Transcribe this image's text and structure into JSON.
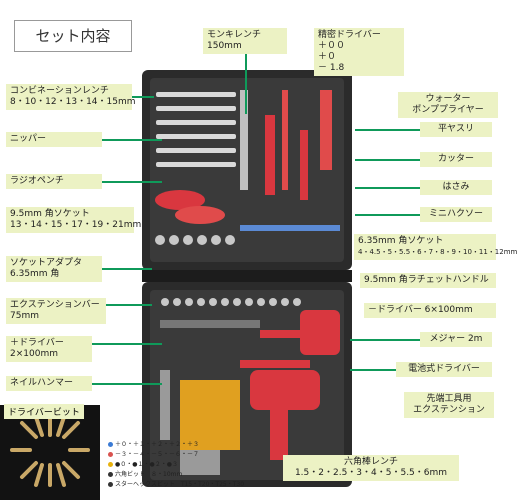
{
  "title": "セット内容",
  "labels": {
    "monkey_wrench": [
      "モンキレンチ",
      "150mm"
    ],
    "precision_driver": [
      "精密ドライバー",
      "＋００",
      "＋０",
      "－ 1.8"
    ],
    "combination_wrench": [
      "コンビネーションレンチ",
      "8・10・12・13・14・15mm"
    ],
    "water_pump_pliers": [
      "ウォーター",
      "ポンププライヤー"
    ],
    "flat_file": [
      "平ヤスリ"
    ],
    "nipper": [
      "ニッパー"
    ],
    "cutter": [
      "カッター"
    ],
    "radio_pliers": [
      "ラジオペンチ"
    ],
    "scissors": [
      "はさみ"
    ],
    "mini_hacksaw": [
      "ミニハクソー"
    ],
    "socket_9_5": [
      "9.5mm 角ソケット",
      "13・14・15・17・19・21mm"
    ],
    "socket_6_35": [
      "6.35mm 角ソケット",
      "4・4.5・5・5.5・6・7・8・9・10・11・12mm"
    ],
    "socket_adapter": [
      "ソケットアダプタ",
      "6.35mm 角"
    ],
    "ratchet_handle": [
      "9.5mm 角ラチェットハンドル"
    ],
    "extension_bar": [
      "エクステンションバー",
      "75mm"
    ],
    "minus_driver": [
      "－ドライバー 6×100mm"
    ],
    "measure": [
      "メジャー 2m"
    ],
    "plus_driver": [
      "＋ドライバー",
      "2×100mm"
    ],
    "battery_driver": [
      "電池式ドライバー"
    ],
    "nail_hammer": [
      "ネイルハンマー"
    ],
    "tip_extension": [
      "先端工具用",
      "エクステンション"
    ],
    "driver_bit": [
      "ドライバービット"
    ],
    "hex_wrench": [
      "六角棒レンチ",
      "1.5・2・2.5・3・4・5・5.5・6mm"
    ]
  },
  "bit_legend": [
    {
      "text": "＋０・＋１・＋２・＋２・＋３",
      "color": "#3a7bd5"
    },
    {
      "text": "－３・－４・－５・－６・－７",
      "color": "#d9534f"
    },
    {
      "text": "●０・●１・●２・●３",
      "color": "#e8b20e"
    },
    {
      "text": "六角ビット　８・10mm",
      "color": "#333333"
    },
    {
      "text": "スターヘックスビット　T15・T20・T25・T30",
      "color": "#333333"
    }
  ]
}
